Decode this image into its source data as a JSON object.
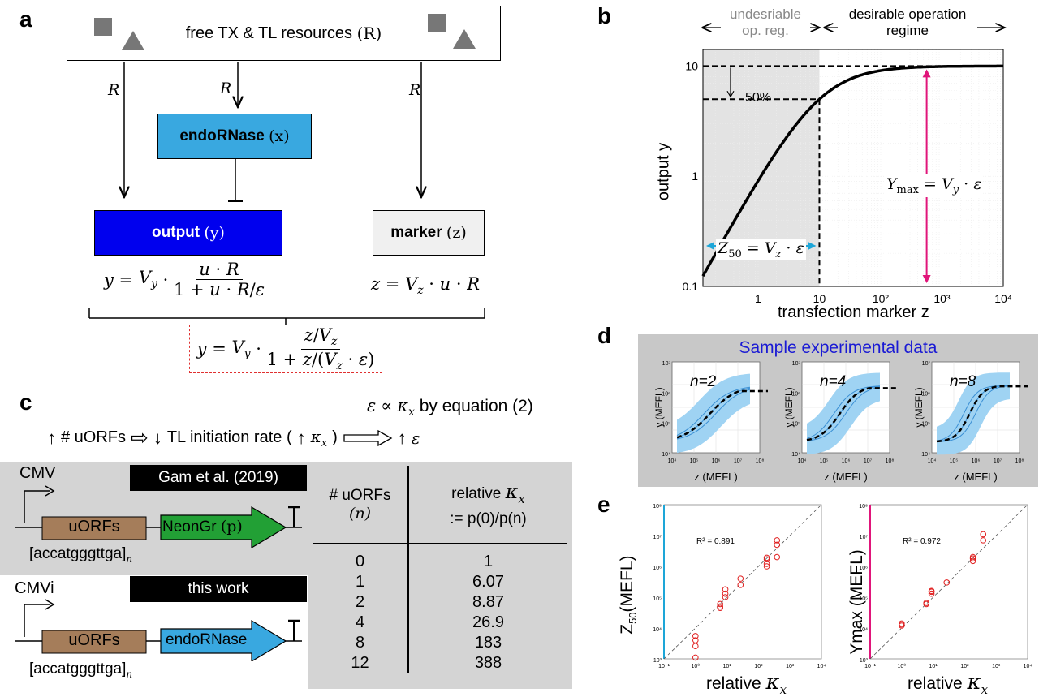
{
  "panel_a": {
    "letter": "a",
    "resources_box": "free TX & TL resources",
    "resources_var": "(R)",
    "r_label": "R",
    "endo_label": "endoRNase",
    "endo_var": "(x)",
    "output_label": "output",
    "output_var": "(y)",
    "marker_label": "marker",
    "marker_var": "(z)",
    "colors": {
      "endo": "#39a8e0",
      "output": "#0000ee",
      "marker": "#f0f0f0"
    }
  },
  "panel_b": {
    "letter": "b",
    "undesirable": "undesriable op. reg.",
    "desirable": "desirable operation regime",
    "ylabel": "output y",
    "xlabel": "transfection marker z",
    "pct": "50%",
    "yticks": [
      "10",
      "1",
      "0.1"
    ],
    "xticks": [
      "1",
      "10",
      "10²",
      "10³",
      "10⁴"
    ]
  },
  "panel_c": {
    "letter": "c",
    "eps_line": "ε ∝ κx by equation (2)",
    "arrow_line_1": "# uORFs",
    "arrow_line_2": "TL initiation rate (",
    "cmv": "CMV",
    "cmvi": "CMVi",
    "gam": "Gam et al. (2019)",
    "this_work": "this work",
    "uorfs": "uORFs",
    "neongr": "NeonGr",
    "neongr_var": "(p)",
    "endornase": "endoRNase",
    "seq": "[accatgggttga]",
    "seq_sub": "n",
    "table_head_1a": "# uORFs",
    "table_head_1b": "(n)",
    "table_head_2a": "relative",
    "table_head_2b": ":= p(0)/p(n)",
    "rows": [
      {
        "n": "0",
        "k": "1"
      },
      {
        "n": "1",
        "k": "6.07"
      },
      {
        "n": "2",
        "k": "8.87"
      },
      {
        "n": "4",
        "k": "26.9"
      },
      {
        "n": "8",
        "k": "183"
      },
      {
        "n": "12",
        "k": "388"
      }
    ]
  },
  "panel_d": {
    "letter": "d",
    "title": "Sample experimental data",
    "ylabel": "y (MEFL)",
    "xlabel": "z (MEFL)",
    "ns": [
      "n=2",
      "n=4",
      "n=8"
    ]
  },
  "panel_e": {
    "letter": "e",
    "left_ylabel": "Z50(MEFL)",
    "right_ylabel": "Ymax (MEFL)",
    "xlabel": "relative κx",
    "r2_left": "R² = 0.891",
    "r2_right": "R² = 0.972"
  }
}
